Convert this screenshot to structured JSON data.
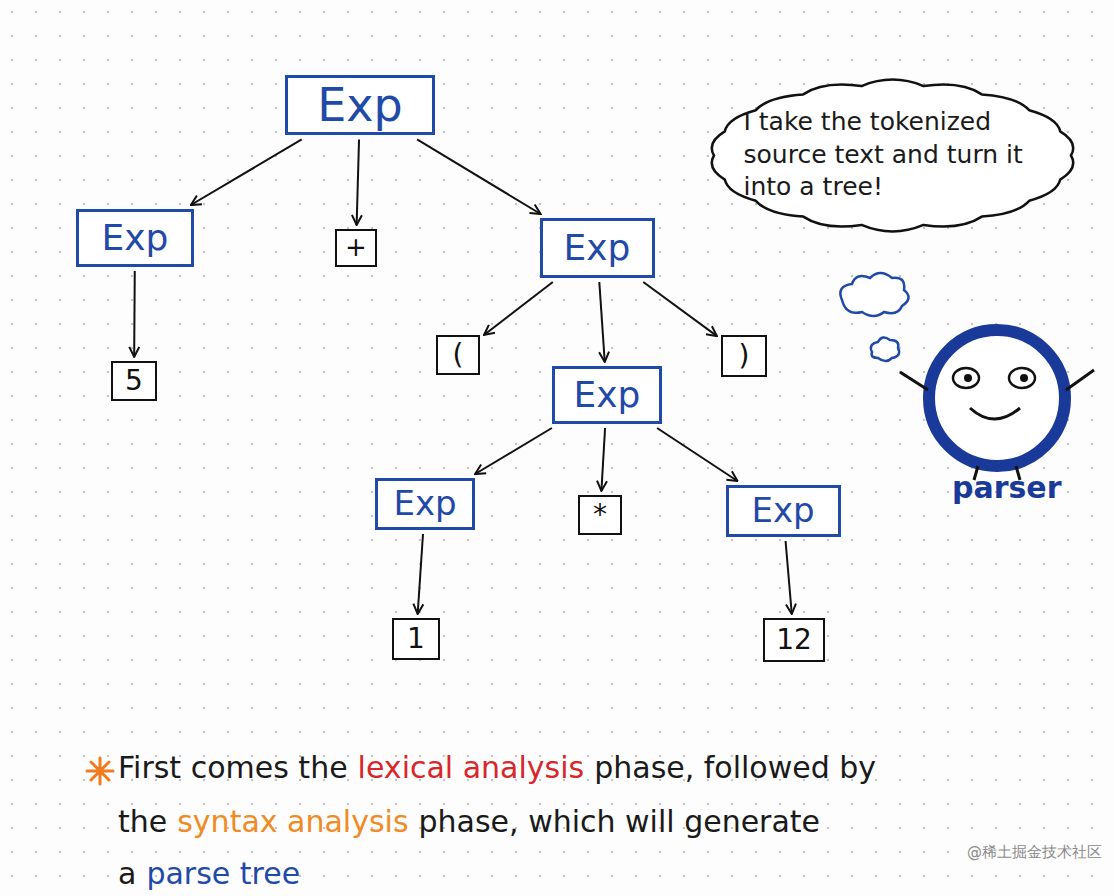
{
  "diagram": {
    "nodes": [
      {
        "text": [
          "Exp"
        ]
      },
      {
        "text": [
          "I take the tokenized source text and turn it into a tree!"
        ]
      },
      {
        "text": [
          "Exp"
        ]
      },
      {
        "text": [
          "+"
        ]
      },
      {
        "text": [
          "Exp"
        ]
      },
      {
        "text": [
          "5"
        ]
      },
      {
        "text": [
          "("
        ]
      },
      {
        "text": [
          "Exp"
        ]
      },
      {
        "text": [
          ")"
        ]
      },
      {
        "text": [
          "Exp"
        ]
      },
      {
        "text": [
          "*"
        ]
      },
      {
        "text": [
          "Exp"
        ]
      },
      {
        "text": [
          "1"
        ]
      },
      {
        "text": [
          "12"
        ]
      }
    ],
    "edges": [
      {
        "from": 0,
        "to": 2,
        "arrow": "to"
      },
      {
        "from": 0,
        "to": 3,
        "arrow": "to"
      },
      {
        "from": 0,
        "to": 4,
        "arrow": "to"
      },
      {
        "from": 2,
        "to": 5,
        "arrow": "to"
      },
      {
        "from": 4,
        "to": 6,
        "arrow": "to"
      },
      {
        "from": 4,
        "to": 7,
        "arrow": "to"
      },
      {
        "from": 4,
        "to": 8,
        "arrow": "to"
      },
      {
        "from": 7,
        "to": 9,
        "arrow": "to"
      },
      {
        "from": 7,
        "to": 10,
        "arrow": "to"
      },
      {
        "from": 7,
        "to": 11,
        "arrow": "to"
      },
      {
        "from": 9,
        "to": 12,
        "arrow": "to"
      },
      {
        "from": 11,
        "to": 13,
        "arrow": "to"
      }
    ],
    "labels": [
      "parser",
      "First comes the",
      "lexical analysis",
      "phase, followed by",
      "the",
      "syntax analysis",
      "phase, which will generate",
      "a",
      "parse tree",
      "@稀土掘金技术社区"
    ]
  }
}
